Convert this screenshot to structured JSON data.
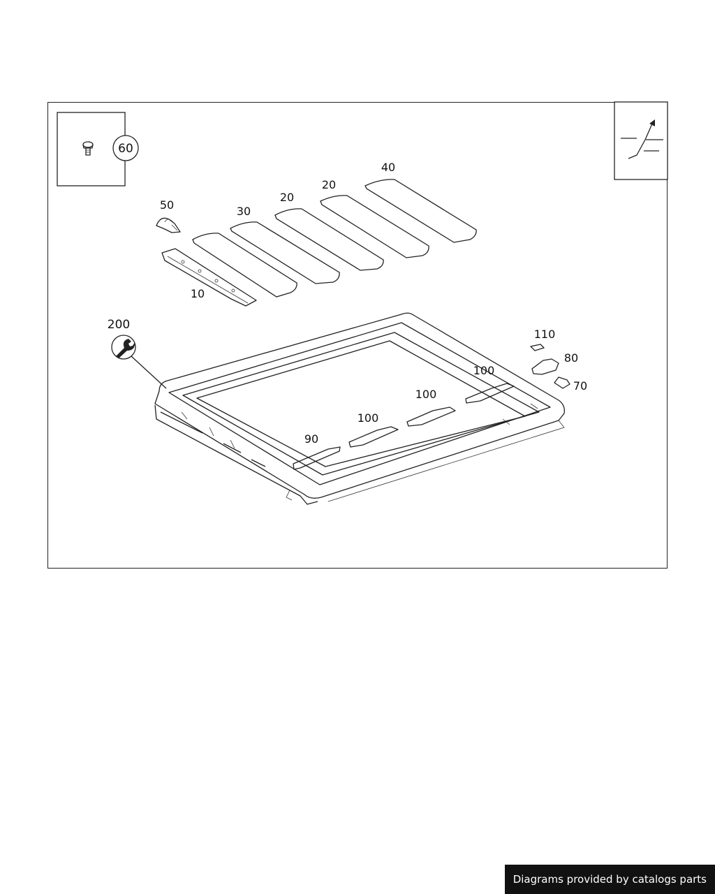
{
  "diagram": {
    "callouts": {
      "c10": "10",
      "c20a": "20",
      "c20b": "20",
      "c30": "30",
      "c40": "40",
      "c50": "50",
      "c60": "60",
      "c70": "70",
      "c80": "80",
      "c90": "90",
      "c100a": "100",
      "c100b": "100",
      "c100c": "100",
      "c110": "110",
      "c200": "200"
    },
    "icons": {
      "detail_inset": "screw-icon",
      "corner_symbol": "lift-slide-symbol-icon",
      "tool_marker": "wrench-icon"
    }
  },
  "footer": {
    "credit": "Diagrams provided by catalogs parts"
  }
}
